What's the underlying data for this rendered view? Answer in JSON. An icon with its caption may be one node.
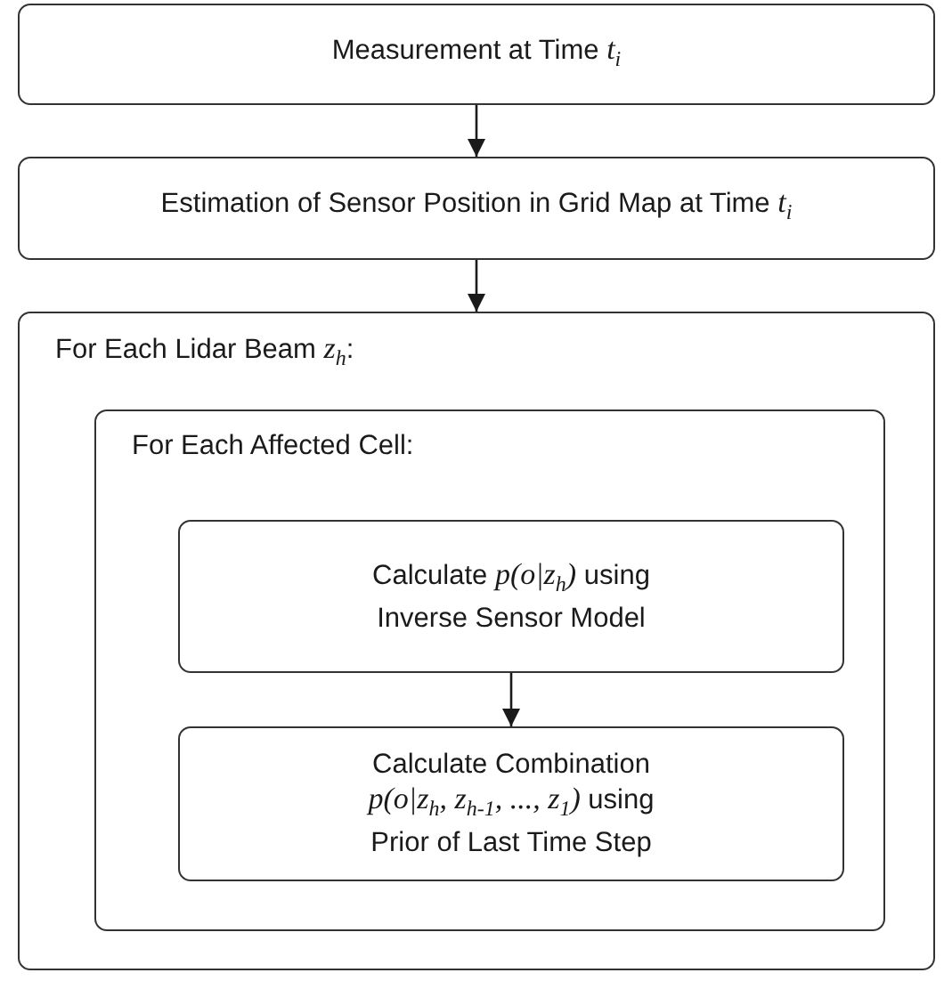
{
  "diagram": {
    "nodes": [
      {
        "text": [
          "Measurement at Time *t*$_{i}$"
        ]
      },
      {
        "text": [
          "Estimation of Sensor Position in Grid Map at Time *t*$_{i}$"
        ]
      },
      {
        "text": [
          "For Each Lidar Beam *z*$_{h}$:"
        ]
      },
      {
        "text": [
          "For Each Affected Cell:"
        ],
        "in": 2
      },
      {
        "text": [
          "Calculate *p(o|z*$_{h}$*)* using Inverse Sensor Model"
        ],
        "in": 3
      },
      {
        "text": [
          "Calculate Combination *p(o|z*$_{h}$*, z*$_{h-1}$*, ..., z*$_{1}$*)* using Prior of Last Time Step"
        ],
        "in": 3
      }
    ],
    "edges": [
      {
        "from": 0,
        "to": 1,
        "arrow": "to"
      },
      {
        "from": 1,
        "to": 2,
        "arrow": "to"
      },
      {
        "from": 4,
        "to": 5,
        "arrow": "to"
      }
    ]
  }
}
